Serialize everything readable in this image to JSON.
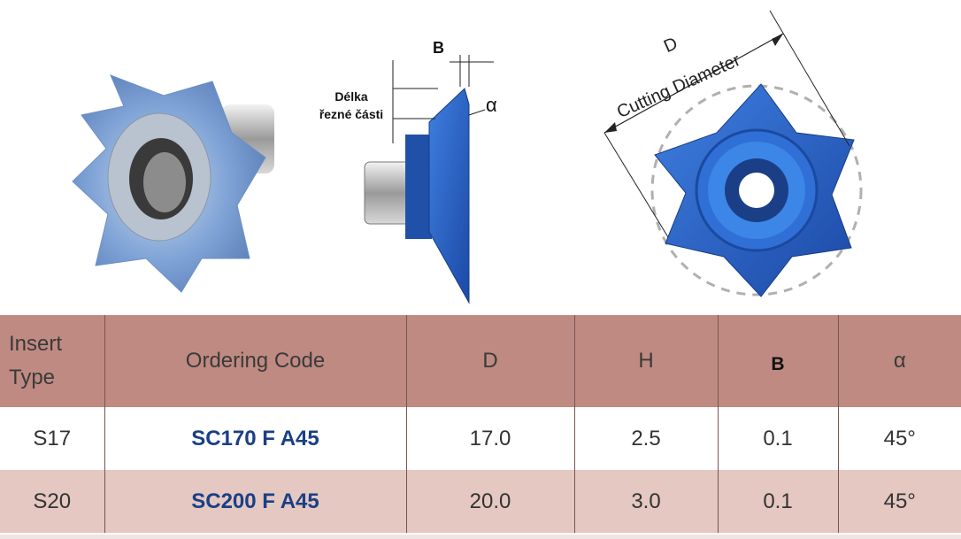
{
  "figure": {
    "label_b": "B",
    "label_cut_length_line1": "Délka",
    "label_cut_length_line2": "řezné části",
    "label_alpha": "α",
    "label_d": "D",
    "label_cutting_diameter": "Cutting Diameter"
  },
  "table": {
    "headers": {
      "type_line1": "Insert",
      "type_line2": "Type",
      "ordering_code": "Ordering Code",
      "d": "D",
      "h": "H",
      "b": "B",
      "alpha": "α"
    },
    "rows": [
      {
        "type": "S17",
        "code": "SC170 F A45",
        "d": "17.0",
        "h": "2.5",
        "b": "0.1",
        "alpha": "45°"
      },
      {
        "type": "S20",
        "code": "SC200 F A45",
        "d": "20.0",
        "h": "3.0",
        "b": "0.1",
        "alpha": "45°"
      }
    ]
  },
  "colors": {
    "header_bg": "#bf8a82",
    "alt_row_bg": "#e4c8c1",
    "code_text": "#1a3f86",
    "insert_blue": "#2a5fc4"
  }
}
